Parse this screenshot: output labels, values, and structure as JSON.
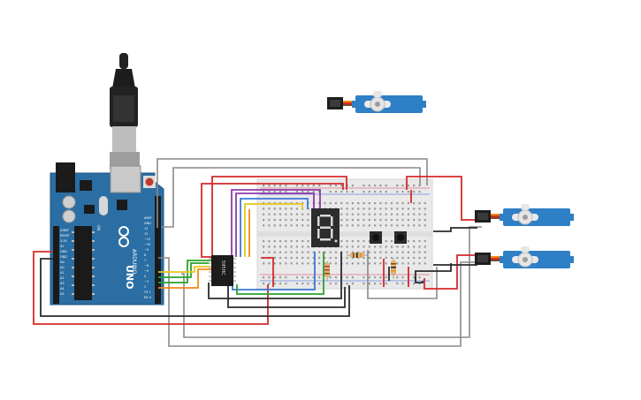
{
  "canvas": {
    "background": "#ffffff"
  },
  "arduino": {
    "model_label": "UNO",
    "brand_label": "ARDUINO",
    "on_label": "ON",
    "header_digital_label": "DIGITAL (PWM~)",
    "header_power_label": "POWER",
    "header_analog_label": "ANALOG IN",
    "pin_labels_left": [
      "IOREF",
      "RESET",
      "3.3V",
      "5V",
      "GND",
      "GND",
      "Vin",
      "A0",
      "A1",
      "A2",
      "A3",
      "A4",
      "A5"
    ],
    "pin_labels_right": [
      "AREF",
      "GND",
      "13",
      "12",
      "~11",
      "~10",
      "~9",
      "8",
      "7",
      "~6",
      "~5",
      "4",
      "~3",
      "2",
      "TX 1",
      "RX 0"
    ],
    "board_color": "#2b6ea3"
  },
  "shift_register": {
    "label": "595HC"
  },
  "colors": {
    "wire_red": "#d52a2a",
    "wire_gray": "#8a8a8a",
    "wire_black": "#2b2b2b",
    "wire_green": "#2aa22a",
    "wire_orange": "#f08a18",
    "wire_yellow": "#e6c81a",
    "wire_purple": "#8e3aa8",
    "wire_blue": "#3a78d8",
    "servo_blue": "#2f7fc7",
    "breadboard": "#e9e9e9"
  },
  "icons": {
    "usb_cable": "usb-plug-icon",
    "servo": "servo-motor-icon",
    "seven_segment": "seven-segment-display-icon",
    "pushbutton": "pushbutton-icon",
    "resistor": "resistor-icon"
  }
}
